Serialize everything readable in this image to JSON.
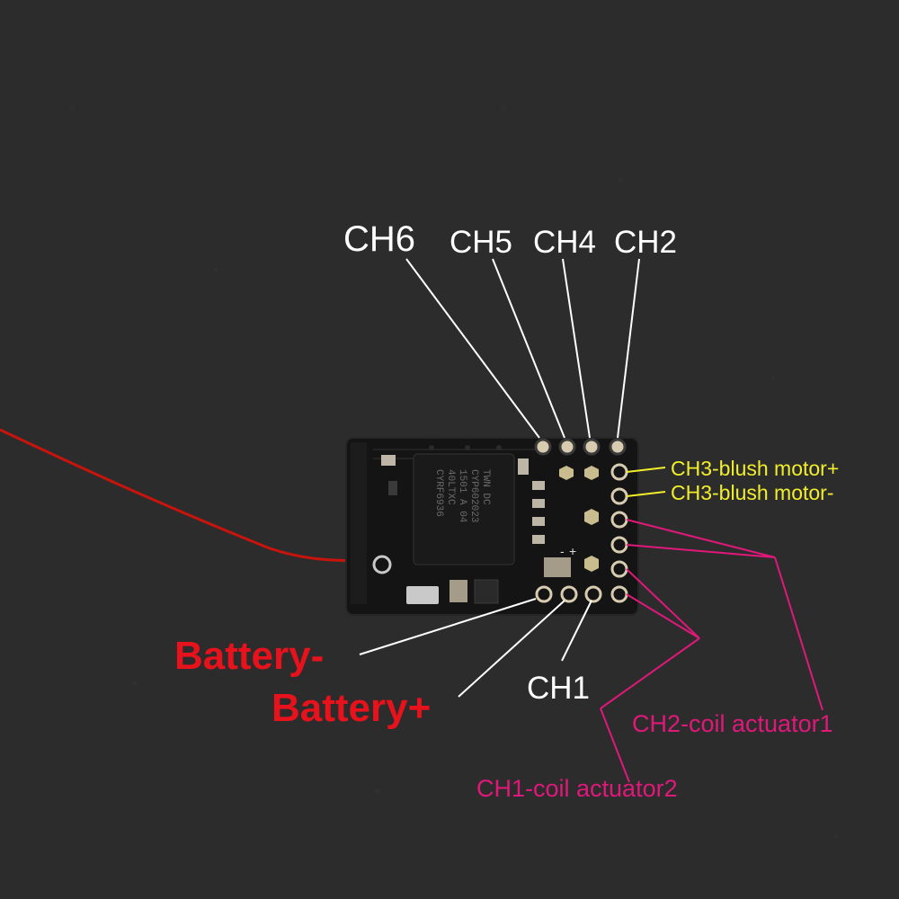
{
  "colors": {
    "background": "#2c2c2c",
    "pcb": "#141414",
    "pad": "#d8ccb0",
    "antenna_wire": "#c8140c",
    "label_white": "#ffffff",
    "label_red": "#e8121c",
    "label_yellow": "#f2ee2a",
    "label_pink": "#e0187a"
  },
  "chip": {
    "markings": [
      "CYRF6936",
      "40LTXC",
      "1501 A 04",
      "CYP602023",
      "TWN DC"
    ]
  },
  "labels": {
    "ch6": "CH6",
    "ch5": "CH5",
    "ch4": "CH4",
    "ch2": "CH2",
    "ch3_motor_plus": "CH3-blush motor+",
    "ch3_motor_minus": "CH3-blush motor-",
    "battery_minus": "Battery-",
    "battery_plus": "Battery+",
    "ch1": "CH1",
    "ch2_coil": "CH2-coil actuator1",
    "ch1_coil": "CH1-coil actuator2"
  }
}
